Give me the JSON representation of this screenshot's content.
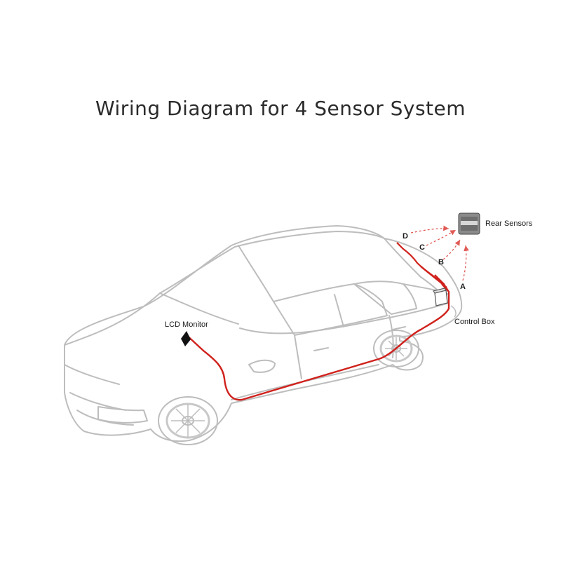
{
  "title": "Wiring Diagram for 4 Sensor System",
  "components": {
    "lcd_monitor": "LCD Monitor",
    "rear_sensors": "Rear Sensors",
    "control_box": "Control Box"
  },
  "sensor_points": [
    "A",
    "B",
    "C",
    "D"
  ],
  "colors": {
    "car_outline": "#bdbdbd",
    "wire": "#d0211c",
    "arrow": "#e05a55",
    "text": "#1a1a1a"
  },
  "icons": {
    "rear_sensor": "sensor-icon",
    "control_box": "control-box-icon",
    "monitor": "monitor-icon"
  }
}
